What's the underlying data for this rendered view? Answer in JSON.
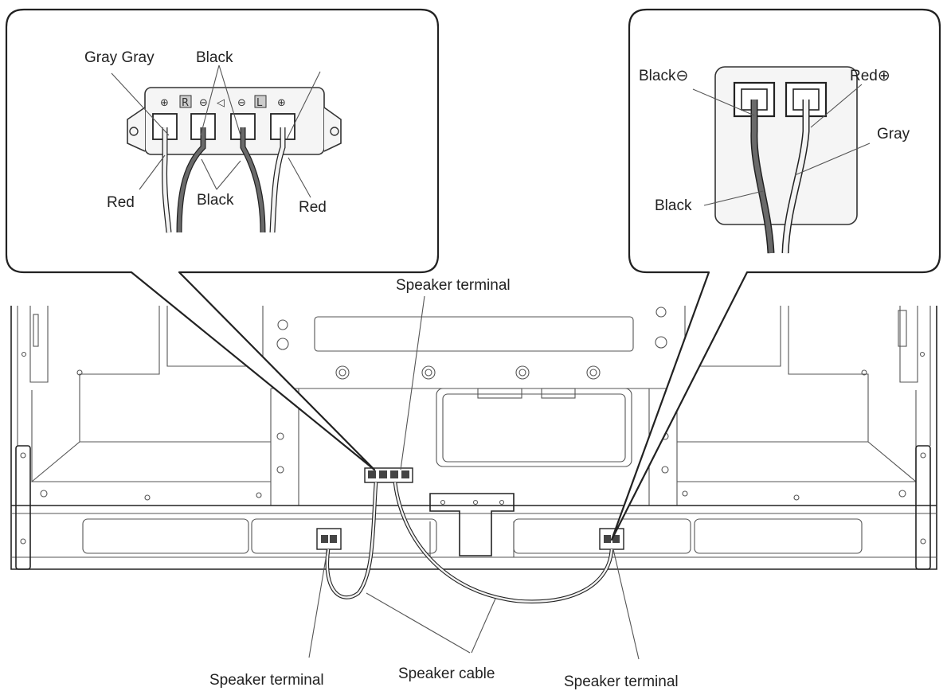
{
  "labels": {
    "gray_gray": "Gray Gray",
    "black_top_left": "Black",
    "red_left": "Red",
    "black_bottom_left": "Black",
    "red_right_left": "Red",
    "black_minus": "Black⊖",
    "red_plus": "Red⊕",
    "gray_right": "Gray",
    "black_right": "Black",
    "speaker_terminal_top": "Speaker terminal",
    "speaker_terminal_bottom_left": "Speaker terminal",
    "speaker_cable": "Speaker cable",
    "speaker_terminal_bottom_right": "Speaker terminal"
  },
  "terminal_symbols": {
    "plus_r": "⊕",
    "r": "R",
    "minus_r": "⊖",
    "speaker": "◁",
    "minus_l": "⊖",
    "l": "L",
    "plus_l": "⊕"
  },
  "colors": {
    "line": "#222222",
    "black_wire": "#5a5a5a",
    "gray_wire": "#f4f4f4",
    "panel_fill": "#f6f6f6"
  }
}
